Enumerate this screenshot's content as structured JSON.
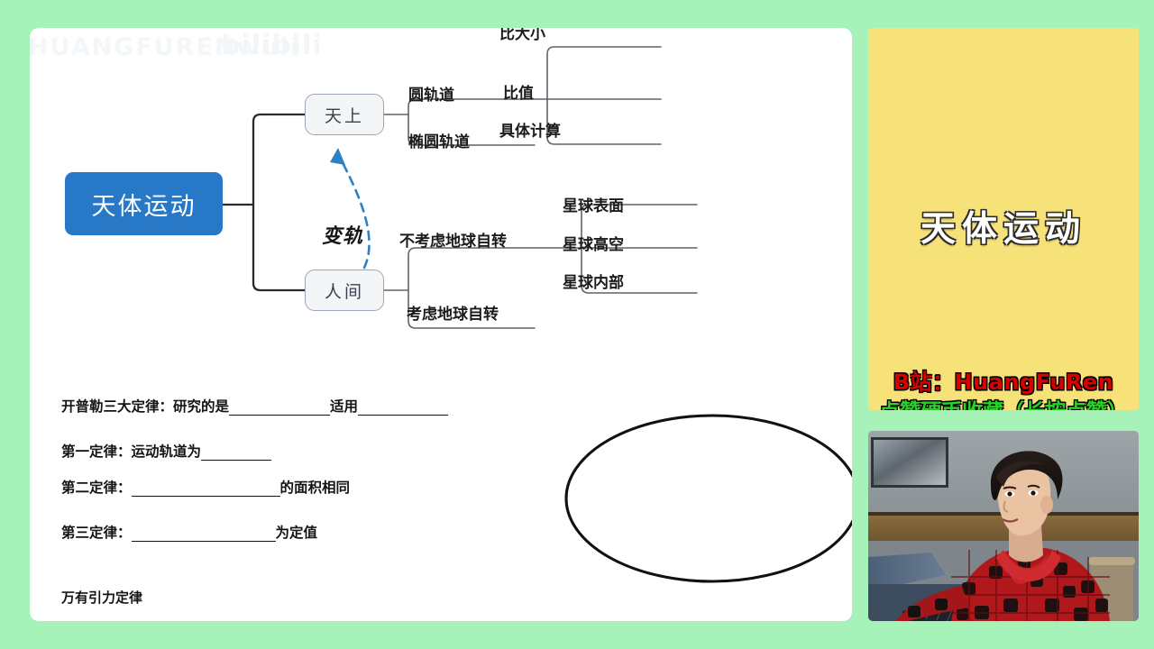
{
  "theme": {
    "background_color": "#a6f2b8",
    "board_color": "#ffffff",
    "root_node_color": "#2878c8",
    "card_color": "#f7e27a",
    "accent_red": "#d80000",
    "accent_green": "#26d426"
  },
  "watermark": {
    "text": "HUANGFURENwuli",
    "logo": "bilibili"
  },
  "mindmap": {
    "root": "天体运动",
    "nodes": {
      "sky": "天上",
      "earth": "人间"
    },
    "transition_label": "变轨",
    "sky_branches": [
      {
        "label": "圆轨道",
        "children": [
          "比大小",
          "比值",
          "具体计算"
        ]
      },
      {
        "label": "椭圆轨道",
        "children": []
      }
    ],
    "earth_branches": [
      {
        "label": "不考虑地球自转",
        "children": [
          "星球表面",
          "星球高空",
          "星球内部"
        ]
      },
      {
        "label": "考虑地球自转",
        "children": []
      }
    ]
  },
  "notes": {
    "line1_a": "开普勒三大定律：研究的是",
    "line1_b": "适用",
    "line2_a": "第一定律：运动轨道为",
    "line3_a": "第二定律：",
    "line3_b": "的面积相同",
    "line4_a": "第三定律：",
    "line4_b": "为定值",
    "line5": "万有引力定律"
  },
  "card": {
    "title": "天体运动",
    "line1": "B站：HuangFuRen",
    "line2": "点赞硬币收藏（长按点赞）"
  }
}
